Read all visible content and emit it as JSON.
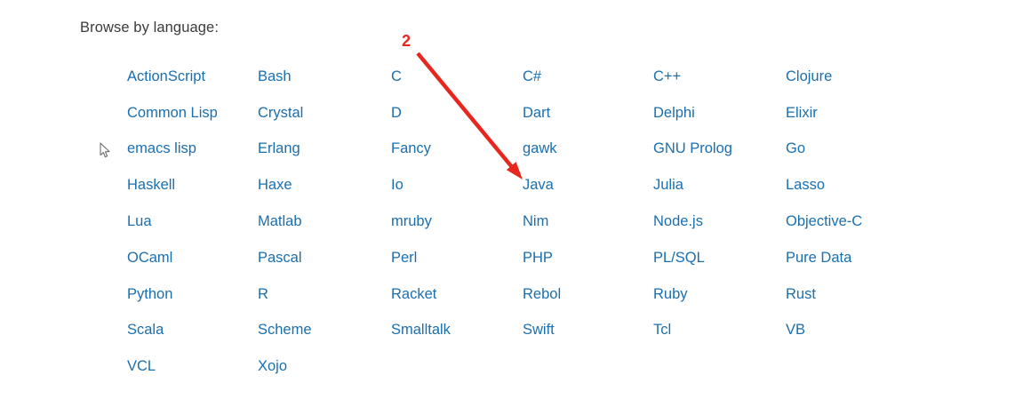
{
  "page": {
    "heading": "Browse by language:"
  },
  "languages": {
    "columns": 6,
    "items": [
      "ActionScript",
      "Bash",
      "C",
      "C#",
      "C++",
      "Clojure",
      "Common Lisp",
      "Crystal",
      "D",
      "Dart",
      "Delphi",
      "Elixir",
      "emacs lisp",
      "Erlang",
      "Fancy",
      "gawk",
      "GNU Prolog",
      "Go",
      "Haskell",
      "Haxe",
      "Io",
      "Java",
      "Julia",
      "Lasso",
      "Lua",
      "Matlab",
      "mruby",
      "Nim",
      "Node.js",
      "Objective-C",
      "OCaml",
      "Pascal",
      "Perl",
      "PHP",
      "PL/SQL",
      "Pure Data",
      "Python",
      "R",
      "Racket",
      "Rebol",
      "Ruby",
      "Rust",
      "Scala",
      "Scheme",
      "Smalltalk",
      "Swift",
      "Tcl",
      "VB",
      "VCL",
      "Xojo"
    ]
  },
  "annotation": {
    "label": "2",
    "target": "Java"
  },
  "colors": {
    "link": "#1a6faf",
    "heading": "#3b3b3b",
    "annotation": "#e8261d",
    "background": "#ffffff"
  }
}
